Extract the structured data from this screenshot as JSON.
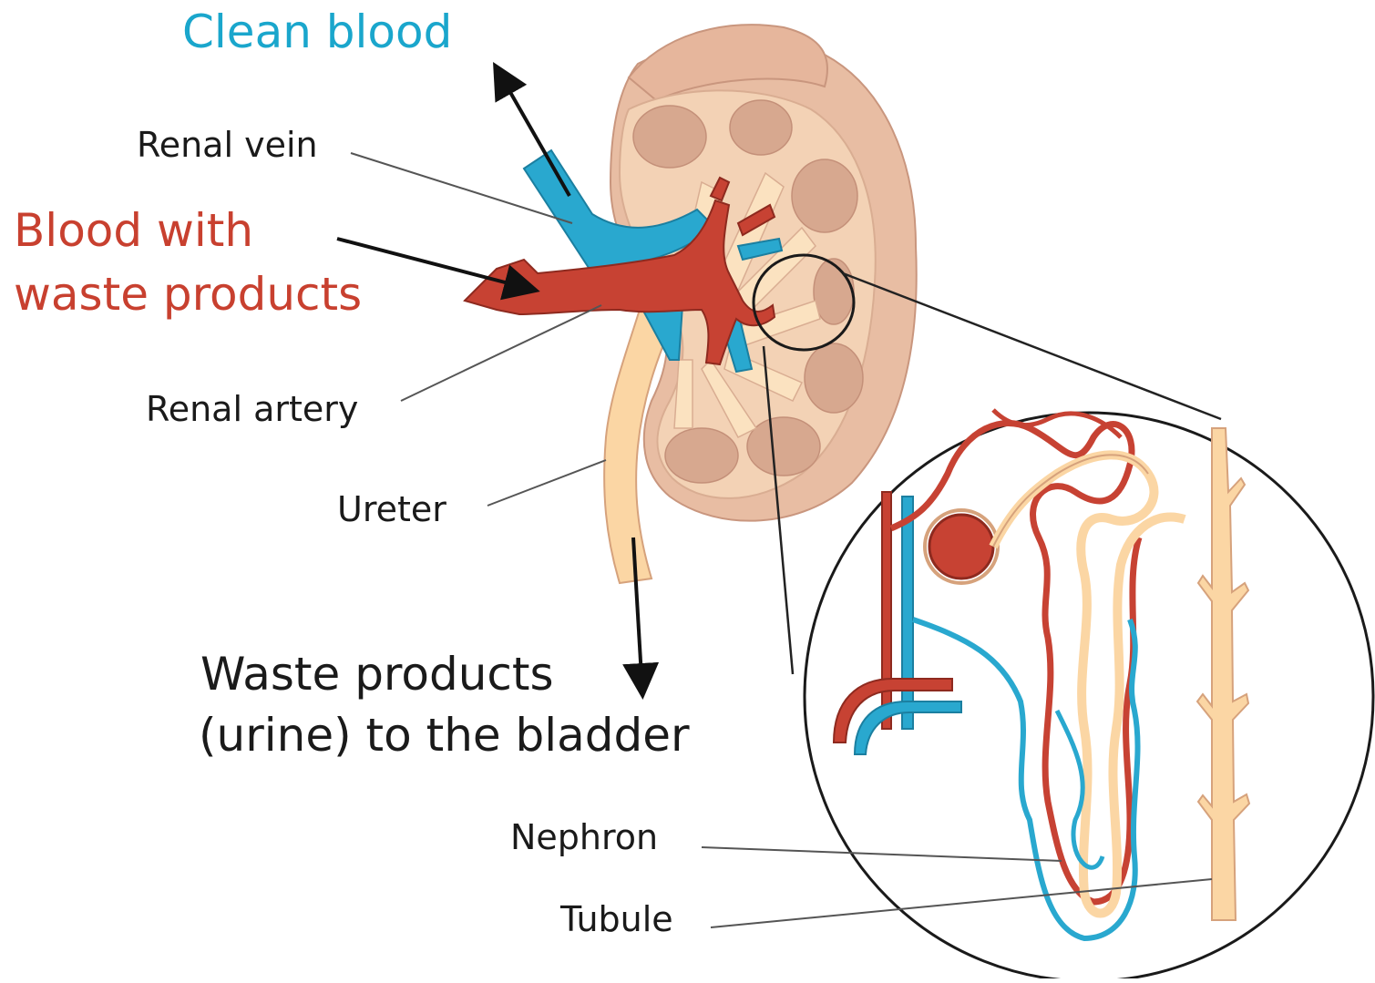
{
  "labels": {
    "clean_blood": "Clean blood",
    "renal_vein": "Renal vein",
    "blood_with_line1": "Blood with",
    "blood_with_line2": "waste products",
    "renal_artery": "Renal artery",
    "ureter": "Ureter",
    "waste_line1": "Waste products",
    "waste_line2": "(urine) to the bladder",
    "nephron": "Nephron",
    "tubule": "Tubule"
  },
  "colors": {
    "clean_blood_text": "#1aa6cc",
    "waste_blood_text": "#c8402f",
    "vein": "#29a8cf",
    "artery": "#c74233",
    "kidney_outer": "#e9c0a6",
    "kidney_cortex": "#f4d6b8",
    "pyramid": "#d6a78f",
    "ureter": "#fbd9a8",
    "line": "#222222"
  }
}
